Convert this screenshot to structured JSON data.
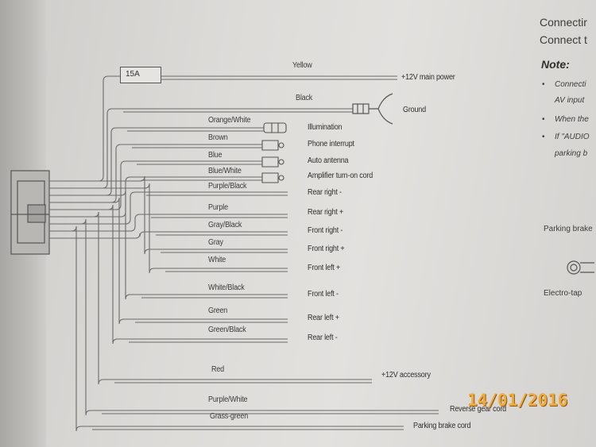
{
  "header": {
    "title_line1": "Connectir",
    "title_line2": "Connect t",
    "note_title": "Note:",
    "bullets": [
      {
        "line1": "Connecti",
        "line2": "AV input"
      },
      {
        "line1": "When the",
        "line2": ""
      },
      {
        "line1": "If \"AUDIO",
        "line2": "parking b"
      }
    ]
  },
  "side_labels": {
    "parking": "Parking brake",
    "electrotap": "Electro-tap"
  },
  "fuse_label": "15A",
  "timestamp": "14/01/2016",
  "wires": [
    {
      "color_name": "Yellow",
      "function": "+12V main power"
    },
    {
      "color_name": "Black",
      "function": "Ground"
    },
    {
      "color_name": "Orange/White",
      "function": "Illumination"
    },
    {
      "color_name": "Brown",
      "function": "Phone interrupt"
    },
    {
      "color_name": "Blue",
      "function": "Auto antenna"
    },
    {
      "color_name": "Blue/White",
      "function": "Amplifier turn-on cord"
    },
    {
      "color_name": "Purple/Black",
      "function": "Rear right -"
    },
    {
      "color_name": "Purple",
      "function": "Rear right +"
    },
    {
      "color_name": "Gray/Black",
      "function": "Front right -"
    },
    {
      "color_name": "Gray",
      "function": "Front right +"
    },
    {
      "color_name": "White",
      "function": "Front left +"
    },
    {
      "color_name": "White/Black",
      "function": "Front left -"
    },
    {
      "color_name": "Green",
      "function": "Rear left +"
    },
    {
      "color_name": "Green/Black",
      "function": "Rear left -"
    },
    {
      "color_name": "Red",
      "function": "+12V accessory"
    },
    {
      "color_name": "Purple/White",
      "function": "Reverse gear cord"
    },
    {
      "color_name": "Grass-green",
      "function": "Parking brake cord"
    }
  ]
}
